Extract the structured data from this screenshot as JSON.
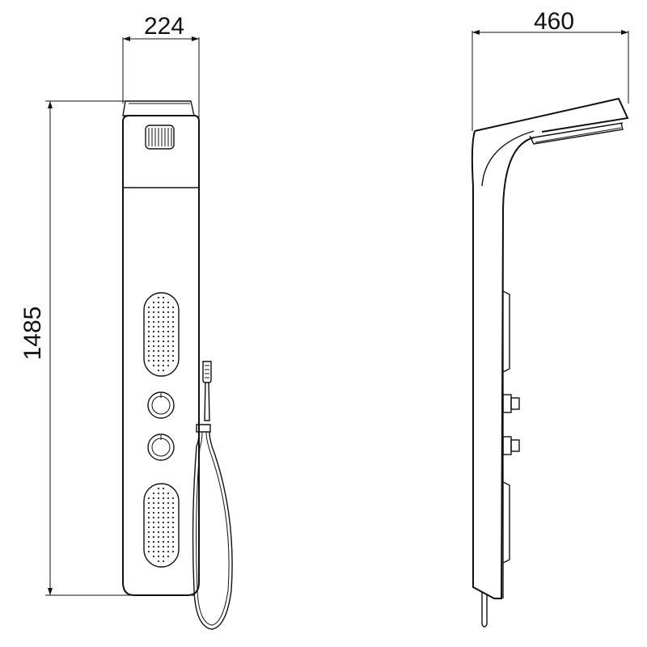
{
  "dimensions": {
    "front_width": "224",
    "side_depth": "460",
    "height": "1485"
  }
}
